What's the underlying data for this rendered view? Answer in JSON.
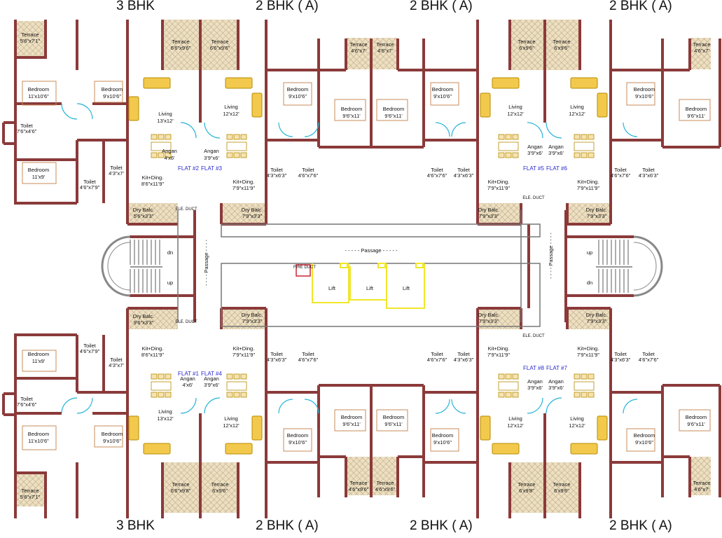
{
  "headers": {
    "top": [
      "3 BHK",
      "2 BHK ( A)",
      "2 BHK ( A)",
      "2 BHK ( A)"
    ],
    "bottom": [
      "3 BHK",
      "2 BHK ( A)",
      "2 BHK ( A)",
      "2 BHK ( A)"
    ]
  },
  "colors": {
    "wall": "#8b3a3a",
    "terrace_fill": "#e8dcc0",
    "furniture": "#f2c94c",
    "door_arc": "#29b6d8",
    "lift": "#f0e62a",
    "flat_label": "#2a2ad0"
  },
  "rooms": {
    "terrace_3bhk": "Terrace",
    "terrace_3bhk_dim": "5'6\"x7'1\"",
    "terrace_6_6x9_6": "6'6\"x9'6\"",
    "terrace_4_6x7": "4'6\"x7'",
    "terrace_6x9_6": "6'x9'6\"",
    "terrace_4_6x9_6": "4'6\"x9'6\"",
    "terrace_6x9_8": "6'x9'8\"",
    "terrace_6_6x9_8": "6'6\"x9'8\"",
    "terrace_5_6x7_1_b": "5'6\"x7'1\"",
    "bedroom": "Bedroom",
    "d_11x10_6": "11'x10'6\"",
    "d_9x10_6": "9'x10'6\"",
    "d_11x9": "11'x9'",
    "d_9_6x11": "9'6\"x11'",
    "living": "Living",
    "d_13x12": "13'x12'",
    "d_12x12": "12'x12'",
    "toilet": "Toilet",
    "d_7_6x4_6": "7'6\"x4'6\"",
    "d_4_3x7": "4'3\"x7'",
    "d_4_6x7_9": "4'6\"x7'9\"",
    "d_4_3x6_3": "4'3\"x6'3\"",
    "d_4_6x7_6": "4'6\"x7'6\"",
    "angan": "Angan",
    "d_4x6": "4'x6'",
    "d_3_9x6": "3'9\"x6'",
    "kit": "Kit+Ding.",
    "d_8_6x11_9": "8'6\"x11'9\"",
    "d_7_9x11_9": "7'9\"x11'9\"",
    "dry": "Dry Balc.",
    "d_5_6x3_3": "5'6\"x3'3\"",
    "d_7_9x3_3": "7'9\"x3'3\"",
    "d_9_6x3_3": "9'6\"x3'3\"",
    "ele_duct": "ELE. DUCT",
    "fire_duct": "FIRE DUCT",
    "lift": "Lift",
    "passage": "- - - - - Passage - - - - -",
    "passage_v": "- - - - Passage - - - -",
    "dn": "dn",
    "up": "up"
  },
  "flats": {
    "f1": "FLAT #1",
    "f2": "FLAT #2",
    "f3": "FLAT #3",
    "f4": "FLAT #4",
    "f5": "FLAT #5",
    "f6": "FLAT #6",
    "f7": "FLAT #7",
    "f8": "FLAT #8"
  }
}
